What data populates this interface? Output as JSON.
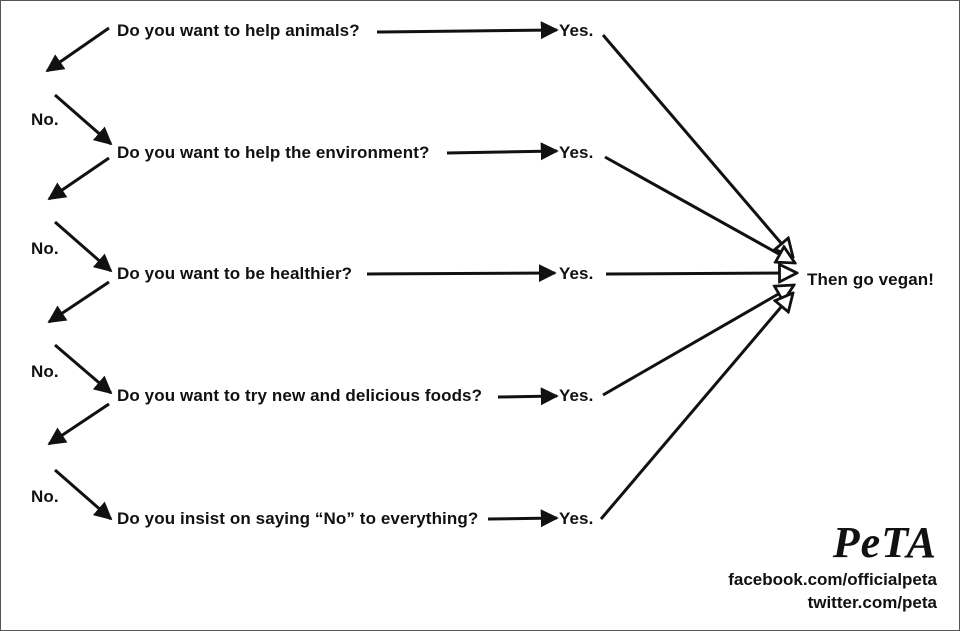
{
  "questions": [
    "Do you want to help animals?",
    "Do you want to help the environment?",
    "Do you want to be healthier?",
    "Do you want to try new and delicious foods?",
    "Do you insist on saying “No” to everything?"
  ],
  "yes_label": "Yes.",
  "no_label": "No.",
  "conclusion": "Then go vegan!",
  "brand": {
    "logo_text": "PeTA"
  },
  "contacts": {
    "facebook": "facebook.com/officialpeta",
    "twitter": "twitter.com/peta"
  },
  "colors": {
    "ink": "#111111",
    "border": "#555555",
    "background": "#ffffff"
  }
}
